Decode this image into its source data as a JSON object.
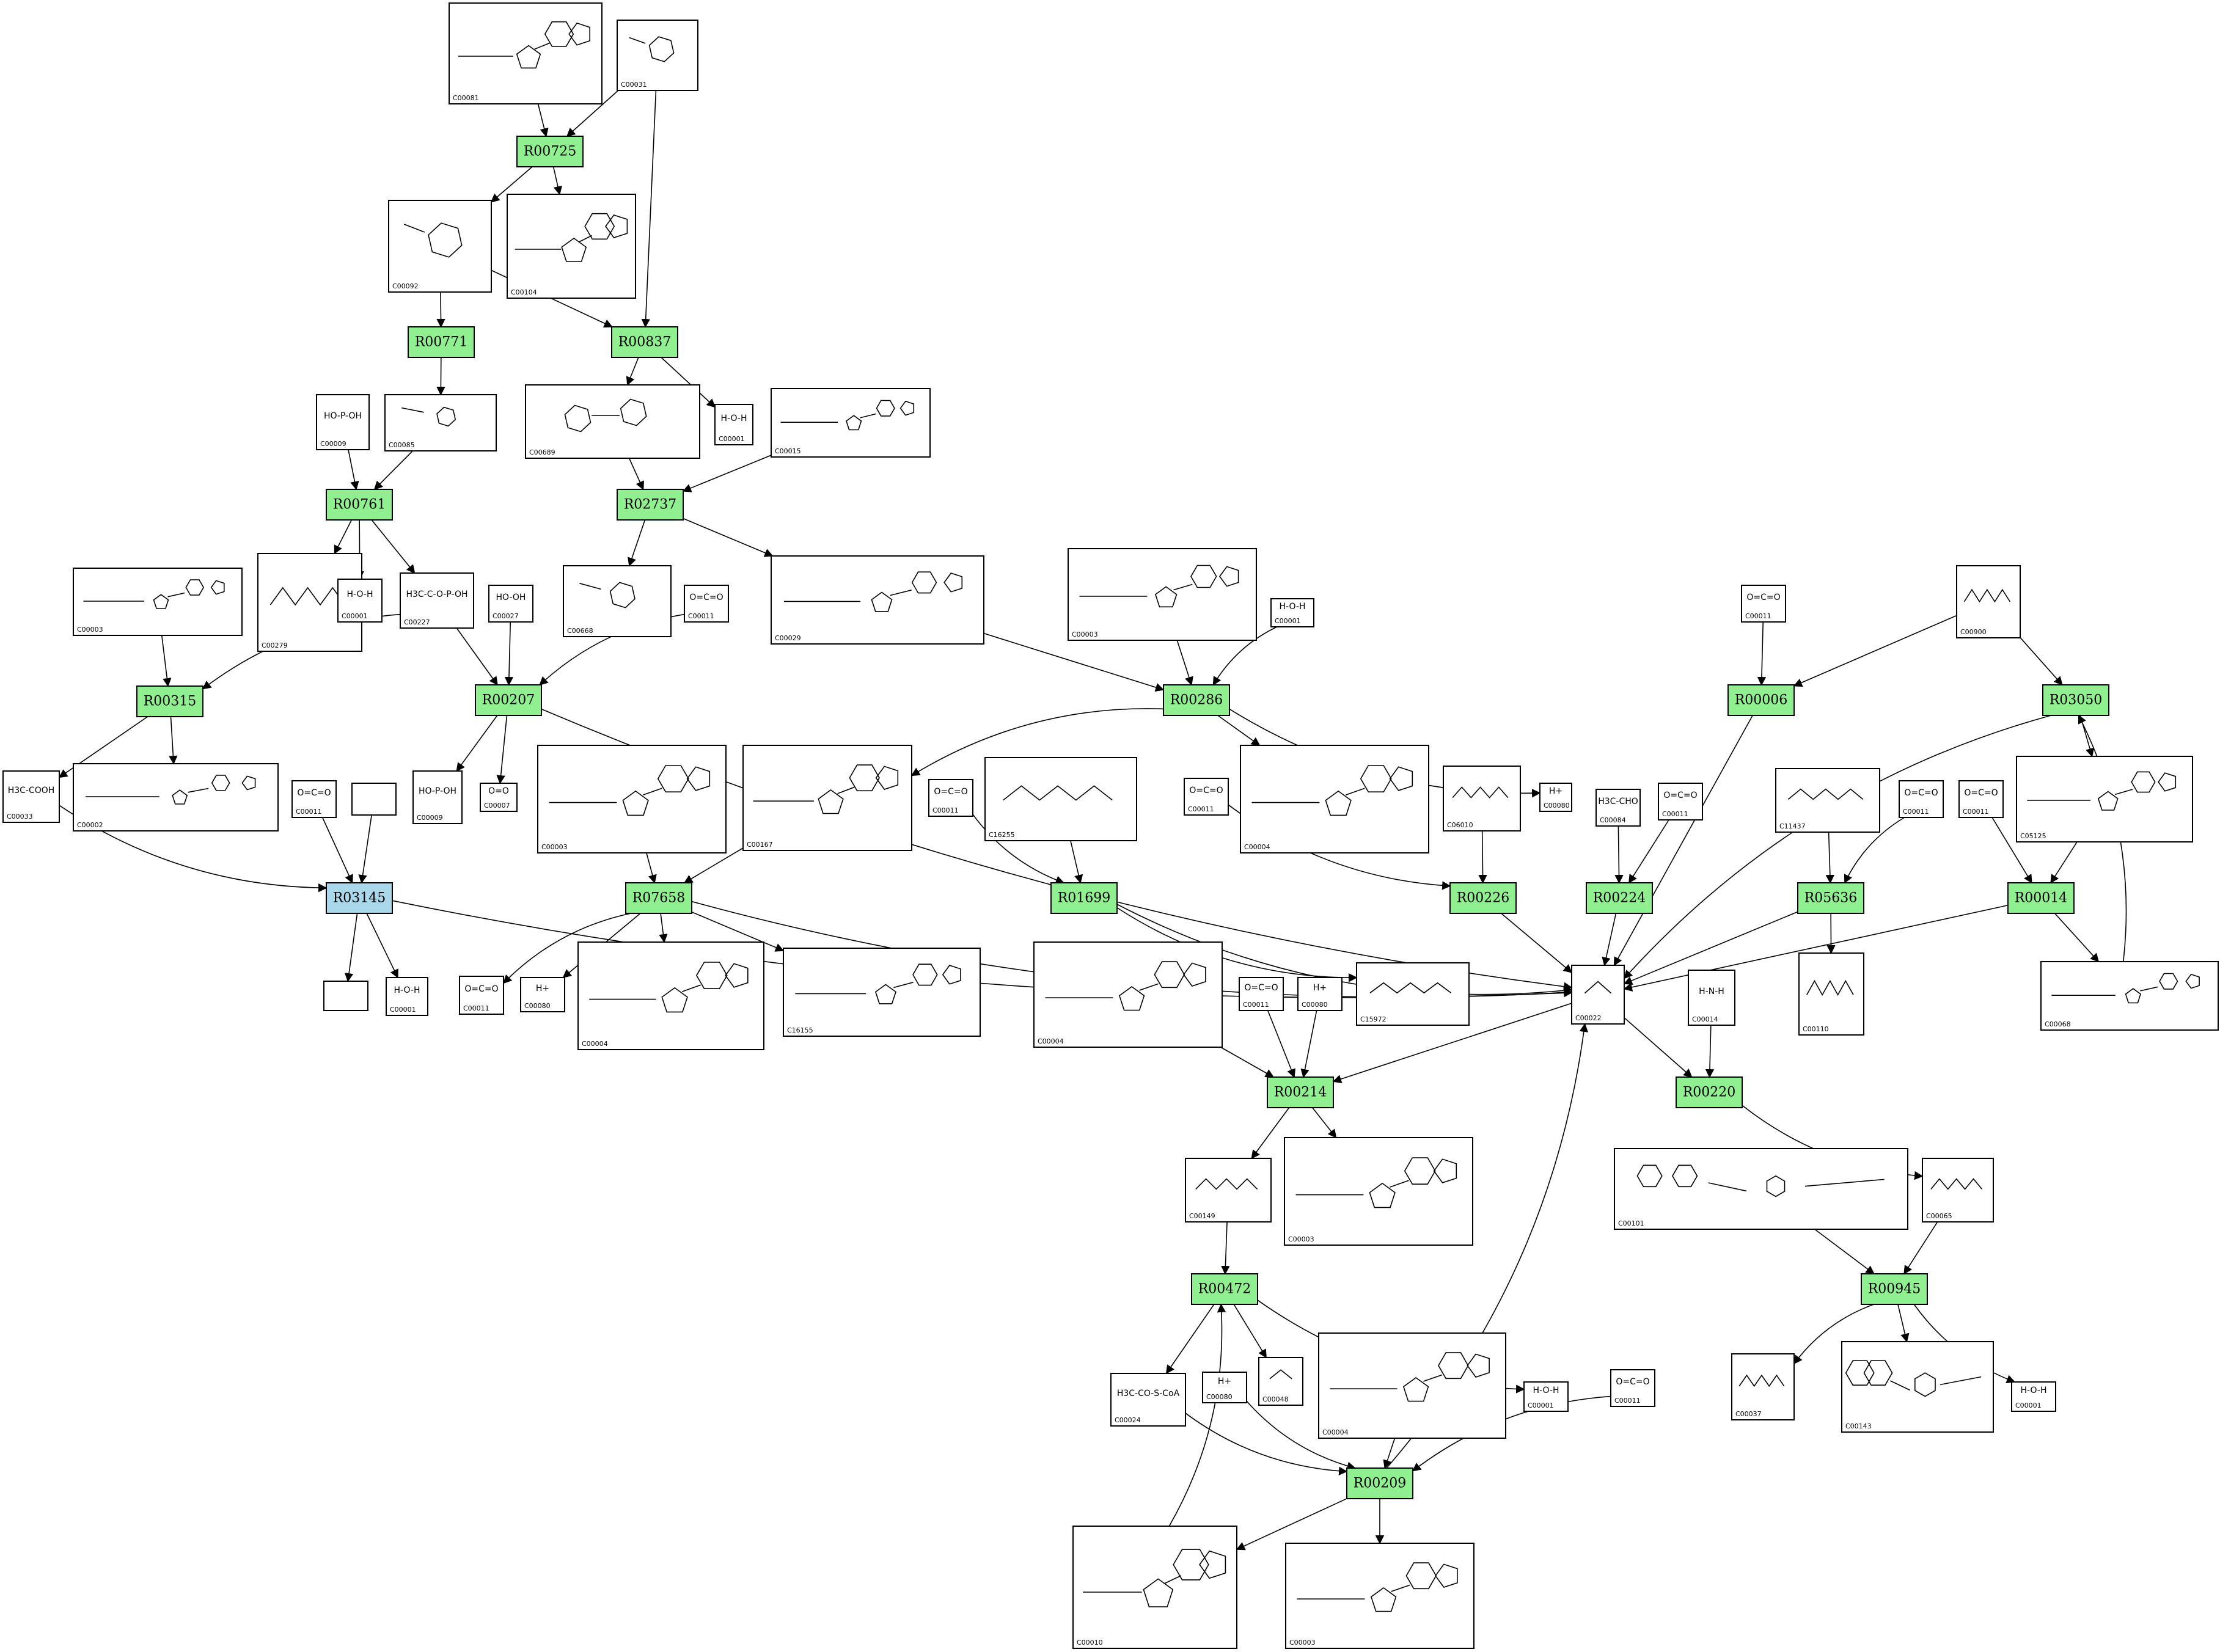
{
  "colors": {
    "reaction_fill": "#90f090",
    "reaction_fill_alt": "#a8d8ea",
    "stroke": "#000000",
    "background": "#ffffff"
  },
  "reactions": [
    {
      "id": "R00725",
      "label": "R00725"
    },
    {
      "id": "R00771",
      "label": "R00771"
    },
    {
      "id": "R00837",
      "label": "R00837"
    },
    {
      "id": "R00761",
      "label": "R00761"
    },
    {
      "id": "R02737",
      "label": "R02737"
    },
    {
      "id": "R00315",
      "label": "R00315"
    },
    {
      "id": "R00207",
      "label": "R00207"
    },
    {
      "id": "R00286",
      "label": "R00286"
    },
    {
      "id": "R00006",
      "label": "R00006"
    },
    {
      "id": "R03050",
      "label": "R03050"
    },
    {
      "id": "R03145",
      "label": "R03145",
      "alt": true
    },
    {
      "id": "R07658",
      "label": "R07658"
    },
    {
      "id": "R01699",
      "label": "R01699"
    },
    {
      "id": "R00226",
      "label": "R00226"
    },
    {
      "id": "R00224",
      "label": "R00224"
    },
    {
      "id": "R05636",
      "label": "R05636"
    },
    {
      "id": "R00014",
      "label": "R00014"
    },
    {
      "id": "R00214",
      "label": "R00214"
    },
    {
      "id": "R00220",
      "label": "R00220"
    },
    {
      "id": "R00945",
      "label": "R00945"
    },
    {
      "id": "R00472",
      "label": "R00472"
    },
    {
      "id": "R00209",
      "label": "R00209"
    }
  ],
  "compounds": [
    {
      "id": "c1",
      "label": "C00081",
      "formula": "",
      "kind": "nucleotide"
    },
    {
      "id": "c2",
      "label": "C00031",
      "formula": "",
      "kind": "sugar"
    },
    {
      "id": "c3",
      "label": "C00092",
      "formula": "",
      "kind": "sugarp"
    },
    {
      "id": "c4",
      "label": "C00104",
      "formula": "",
      "kind": "nucleotide"
    },
    {
      "id": "c5",
      "label": "C00009",
      "formula": "HO-P-OH",
      "kind": "small"
    },
    {
      "id": "c6",
      "label": "C00085",
      "formula": "",
      "kind": "sugarp"
    },
    {
      "id": "c7",
      "label": "C00689",
      "formula": "",
      "kind": "disaccharide"
    },
    {
      "id": "c8",
      "label": "C00001",
      "formula": "H-O-H",
      "kind": "small"
    },
    {
      "id": "c9",
      "label": "C00015",
      "formula": "",
      "kind": "nucleotide"
    },
    {
      "id": "c10",
      "label": "C00003",
      "formula": "",
      "kind": "nucleotide"
    },
    {
      "id": "c11",
      "label": "C00279",
      "formula": "",
      "kind": "chain"
    },
    {
      "id": "c12",
      "label": "C00001",
      "formula": "H-O-H",
      "kind": "small"
    },
    {
      "id": "c13",
      "label": "C00227",
      "formula": "H3C-C-O-P-OH",
      "kind": "small"
    },
    {
      "id": "c14",
      "label": "C00027",
      "formula": "HO-OH",
      "kind": "small"
    },
    {
      "id": "c15",
      "label": "C00668",
      "formula": "",
      "kind": "sugarp"
    },
    {
      "id": "c16",
      "label": "C00011",
      "formula": "O=C=O",
      "kind": "small"
    },
    {
      "id": "c17",
      "label": "C00029",
      "formula": "",
      "kind": "nucleotide"
    },
    {
      "id": "c18",
      "label": "C00003",
      "formula": "",
      "kind": "nucleotide"
    },
    {
      "id": "c19",
      "label": "C00001",
      "formula": "H-O-H",
      "kind": "small"
    },
    {
      "id": "c20",
      "label": "C00011",
      "formula": "O=C=O",
      "kind": "small"
    },
    {
      "id": "c21",
      "label": "C00900",
      "formula": "",
      "kind": "chain"
    },
    {
      "id": "c22",
      "label": "C00033",
      "formula": "H3C-COOH",
      "kind": "small"
    },
    {
      "id": "c23",
      "label": "C00002",
      "formula": "",
      "kind": "nucleotide"
    },
    {
      "id": "c24",
      "label": "C00011",
      "formula": "O=C=O",
      "kind": "small"
    },
    {
      "id": "c25",
      "label": "",
      "formula": "",
      "kind": "empty"
    },
    {
      "id": "c26",
      "label": "C00009",
      "formula": "HO-P-OH",
      "kind": "small"
    },
    {
      "id": "c27",
      "label": "C00007",
      "formula": "O=O",
      "kind": "small"
    },
    {
      "id": "c28",
      "label": "C00003",
      "formula": "",
      "kind": "nucleotide"
    },
    {
      "id": "c29",
      "label": "C00167",
      "formula": "",
      "kind": "nucleotide"
    },
    {
      "id": "c30",
      "label": "C00011",
      "formula": "O=C=O",
      "kind": "small"
    },
    {
      "id": "c31",
      "label": "C16255",
      "formula": "",
      "kind": "chain"
    },
    {
      "id": "c32",
      "label": "C00004",
      "formula": "",
      "kind": "nucleotide"
    },
    {
      "id": "c33",
      "label": "C00080",
      "formula": "H+",
      "kind": "small"
    },
    {
      "id": "c34",
      "label": "C00011",
      "formula": "O=C=O",
      "kind": "small"
    },
    {
      "id": "c35",
      "label": "C06010",
      "formula": "",
      "kind": "chain"
    },
    {
      "id": "c36",
      "label": "C00084",
      "formula": "H3C-CHO",
      "kind": "small"
    },
    {
      "id": "c37",
      "label": "C00011",
      "formula": "O=C=O",
      "kind": "small"
    },
    {
      "id": "c38",
      "label": "C11437",
      "formula": "",
      "kind": "chain"
    },
    {
      "id": "c39",
      "label": "C00011",
      "formula": "O=C=O",
      "kind": "small"
    },
    {
      "id": "c40",
      "label": "C00011",
      "formula": "O=C=O",
      "kind": "small"
    },
    {
      "id": "c41",
      "label": "C05125",
      "formula": "",
      "kind": "nucleotide"
    },
    {
      "id": "c42",
      "label": "",
      "formula": "",
      "kind": "empty"
    },
    {
      "id": "c43",
      "label": "C00001",
      "formula": "H-O-H",
      "kind": "small"
    },
    {
      "id": "c44",
      "label": "C00011",
      "formula": "O=C=O",
      "kind": "small"
    },
    {
      "id": "c45",
      "label": "C00080",
      "formula": "H+",
      "kind": "small"
    },
    {
      "id": "c46",
      "label": "C00004",
      "formula": "",
      "kind": "nucleotide"
    },
    {
      "id": "c47",
      "label": "C16155",
      "formula": "",
      "kind": "nucleotide"
    },
    {
      "id": "c48",
      "label": "C00004",
      "formula": "",
      "kind": "nucleotide"
    },
    {
      "id": "c49",
      "label": "C00011",
      "formula": "O=C=O",
      "kind": "small"
    },
    {
      "id": "c50",
      "label": "C00080",
      "formula": "H+",
      "kind": "small"
    },
    {
      "id": "c51",
      "label": "C15972",
      "formula": "",
      "kind": "chain"
    },
    {
      "id": "c52",
      "label": "C00022",
      "formula": "",
      "kind": "small"
    },
    {
      "id": "c53",
      "label": "C00014",
      "formula": "H-N-H",
      "kind": "small"
    },
    {
      "id": "c54",
      "label": "C00110",
      "formula": "",
      "kind": "chain"
    },
    {
      "id": "c55",
      "label": "C00068",
      "formula": "",
      "kind": "nucleotide"
    },
    {
      "id": "c56",
      "label": "C00149",
      "formula": "",
      "kind": "chain"
    },
    {
      "id": "c57",
      "label": "C00003",
      "formula": "",
      "kind": "nucleotide"
    },
    {
      "id": "c58",
      "label": "C00101",
      "formula": "",
      "kind": "pteridine"
    },
    {
      "id": "c59",
      "label": "C00065",
      "formula": "",
      "kind": "chain"
    },
    {
      "id": "c60",
      "label": "C00024",
      "formula": "H3C-CO-S-CoA",
      "kind": "small"
    },
    {
      "id": "c61",
      "label": "C00080",
      "formula": "H+",
      "kind": "small"
    },
    {
      "id": "c62",
      "label": "C00048",
      "formula": "",
      "kind": "small"
    },
    {
      "id": "c63",
      "label": "C00004",
      "formula": "",
      "kind": "nucleotide"
    },
    {
      "id": "c64",
      "label": "C00001",
      "formula": "H-O-H",
      "kind": "small"
    },
    {
      "id": "c65",
      "label": "C00011",
      "formula": "O=C=O",
      "kind": "small"
    },
    {
      "id": "c66",
      "label": "C00037",
      "formula": "",
      "kind": "chain"
    },
    {
      "id": "c67",
      "label": "C00143",
      "formula": "",
      "kind": "pteridine"
    },
    {
      "id": "c68",
      "label": "C00001",
      "formula": "H-O-H",
      "kind": "small"
    },
    {
      "id": "c69",
      "label": "C00010",
      "formula": "",
      "kind": "nucleotide"
    },
    {
      "id": "c70",
      "label": "C00003",
      "formula": "",
      "kind": "nucleotide"
    }
  ]
}
